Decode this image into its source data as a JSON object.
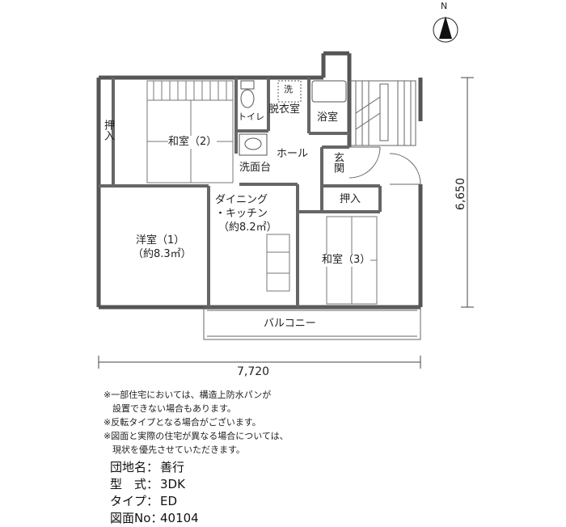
{
  "compass": {
    "label": "N"
  },
  "dimensions": {
    "width": "7,720",
    "height": "6,650"
  },
  "rooms": {
    "oshiire_left": "押入",
    "washitsu2": "和室（2）",
    "toilet": "トイレ",
    "sentaku": "洗",
    "datsuishitsu": "脱衣室",
    "yokushitsu": "浴室",
    "hall": "ホール",
    "senmendai": "洗面台",
    "genkan": "玄関",
    "dk_line1": "ダイニング",
    "dk_line2": "・キッチン",
    "dk_line3": "（約8.2㎡）",
    "oshiire_right": "押入",
    "youshitsu_line1": "洋室（1）",
    "youshitsu_line2": "（約8.3㎡）",
    "washitsu3": "和室（3）",
    "balcony": "バルコニー"
  },
  "notes": [
    "※一部住宅においては、構造上防水パンが",
    "　設置できない場合もあります。",
    "※反転タイプとなる場合がございます。",
    "※図面と実際の住宅が異なる場合については、",
    "　現状を優先させていただきます。"
  ],
  "info": {
    "danchi_key": "団地名：",
    "danchi_val": "善行",
    "kata_key": "型　式：",
    "kata_val": "3DK",
    "type_key": "タイプ：",
    "type_val": "ED",
    "zumen_key": "図面No：",
    "zumen_val": "40104"
  }
}
